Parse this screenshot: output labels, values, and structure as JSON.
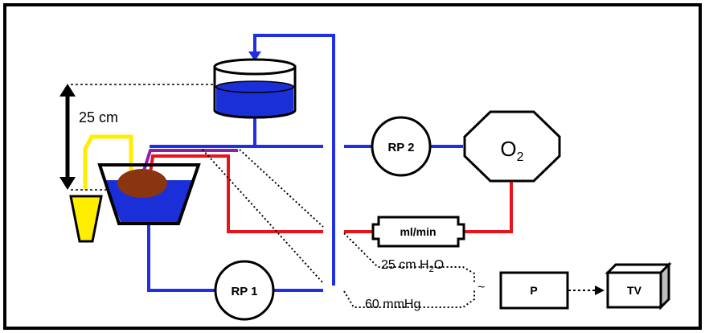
{
  "labels": {
    "height": "25 cm",
    "pump1": "RP 1",
    "pump2": "RP 2",
    "oxygen_base": "O",
    "oxygen_sub": "2",
    "flowmeter": "ml/min",
    "pressure1_prefix": "25 cm H",
    "pressure1_sub": "2",
    "pressure1_suffix": "O",
    "pressure2": "60 mmHg",
    "pressure_box": "P",
    "monitor": "TV",
    "tilde": "~"
  },
  "colors": {
    "blue_line": "#1f2fe6",
    "red_line": "#e8141c",
    "purple_line": "#8b1fb0",
    "yellow": "#ffee00",
    "liquid": "#1a2fd8",
    "organ": "#8b3410",
    "frame": "#000000"
  }
}
